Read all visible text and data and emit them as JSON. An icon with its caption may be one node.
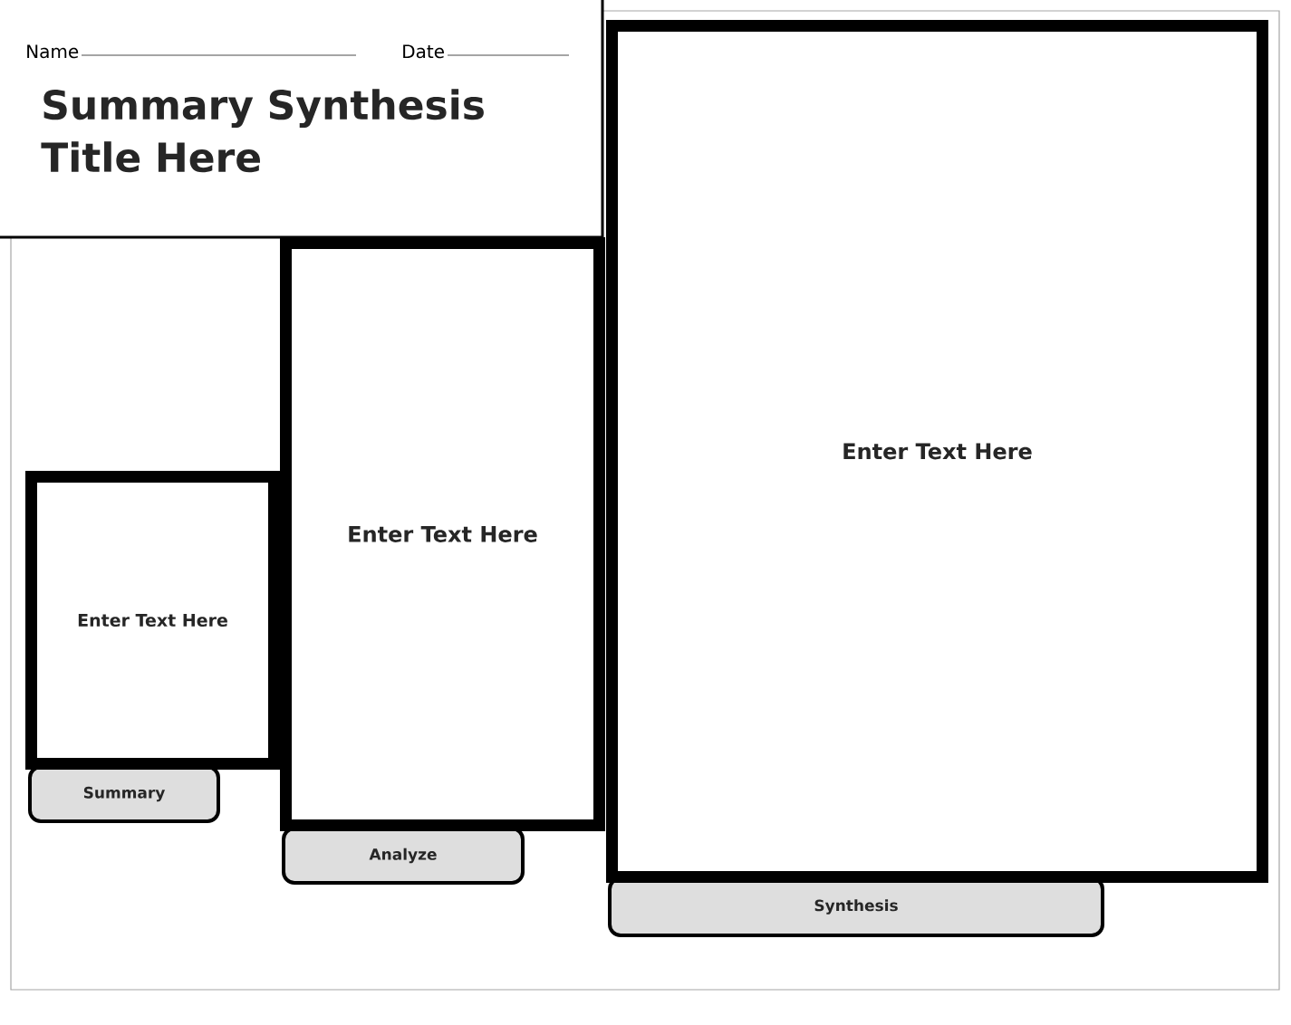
{
  "diagram": {
    "title": "Summary Synthesis Title Here",
    "nodes": [
      {
        "text": [
          "Enter Text Here"
        ]
      },
      {
        "text": [
          "Summary"
        ]
      },
      {
        "text": [
          "Enter Text Here"
        ]
      },
      {
        "text": [
          "Analyze"
        ]
      },
      {
        "text": [
          "Enter Text Here"
        ]
      },
      {
        "text": [
          "Synthesis"
        ]
      }
    ],
    "edges": [],
    "labels": [
      "Name",
      "Date"
    ]
  }
}
